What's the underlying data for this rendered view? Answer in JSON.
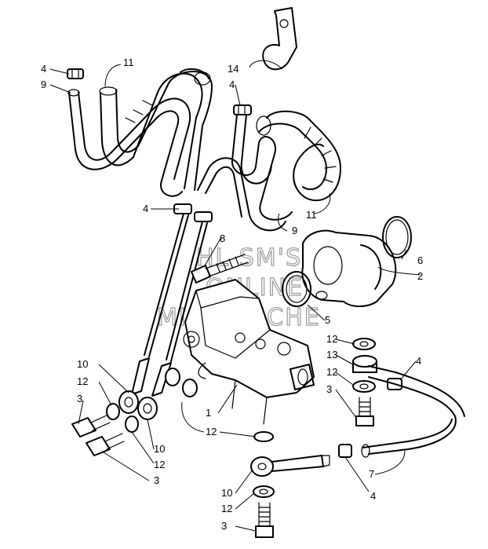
{
  "callouts": {
    "c14": "14",
    "c4_top_left": "4",
    "c11_top": "11",
    "c9_top": "9",
    "c4_top_mid": "4",
    "c11_bottom": "11",
    "c9_bottom": "9",
    "c6": "6",
    "c2": "2",
    "c4_left_mid": "4",
    "c8": "8",
    "c5": "5",
    "c12_right_a": "12",
    "c13": "13",
    "c12_right_b": "12",
    "c4_right": "4",
    "c3_right": "3",
    "c10_left": "10",
    "c12_left": "12",
    "c3_left": "3",
    "c1": "1",
    "c12_center": "12",
    "c10_center": "10",
    "c12_lower": "12",
    "c3_lower": "3",
    "c7": "7",
    "c10_bottom": "10",
    "c12_bottom": "12",
    "c3_bottom": "3",
    "c4_bottom": "4"
  },
  "watermark": {
    "line1": "HL SM'S",
    "line2": "ONLINE",
    "line3": "MICROFICHE"
  }
}
